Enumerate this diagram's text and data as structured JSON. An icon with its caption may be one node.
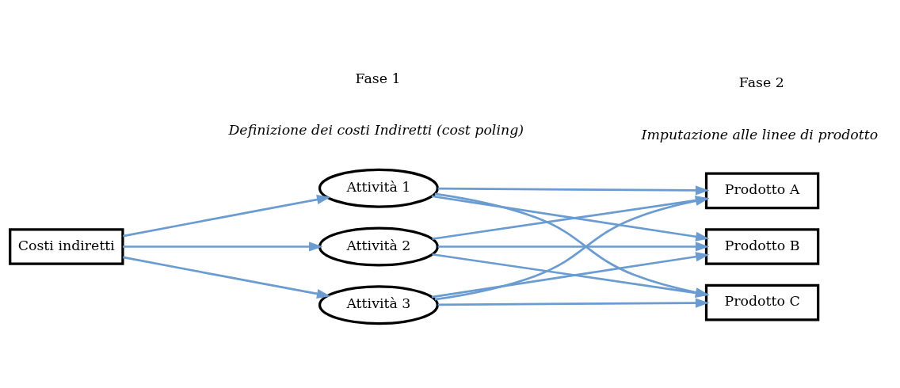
{
  "diagram": {
    "nodes": [
      {
        "text": [
          "Costi indiretti"
        ]
      },
      {
        "text": [
          "Attività 1"
        ]
      },
      {
        "text": [
          "Attività 2"
        ]
      },
      {
        "text": [
          "Attività 3"
        ]
      },
      {
        "text": [
          "Prodotto A"
        ]
      },
      {
        "text": [
          "Prodotto B"
        ]
      },
      {
        "text": [
          "Prodotto C"
        ]
      }
    ],
    "edges": [
      {
        "from": 0,
        "to": 1,
        "arrow": "to"
      },
      {
        "from": 0,
        "to": 2,
        "arrow": "to"
      },
      {
        "from": 0,
        "to": 3,
        "arrow": "to"
      },
      {
        "from": 1,
        "to": 4,
        "arrow": "to"
      },
      {
        "from": 1,
        "to": 5,
        "arrow": "to"
      },
      {
        "from": 1,
        "to": 6,
        "arrow": "to"
      },
      {
        "from": 2,
        "to": 4,
        "arrow": "to"
      },
      {
        "from": 2,
        "to": 5,
        "arrow": "to"
      },
      {
        "from": 2,
        "to": 6,
        "arrow": "to"
      },
      {
        "from": 3,
        "to": 4,
        "arrow": "to"
      },
      {
        "from": 3,
        "to": 5,
        "arrow": "to"
      },
      {
        "from": 3,
        "to": 6,
        "arrow": "to"
      }
    ],
    "labels": [
      "Fase 1",
      "Definizione dei costi Indiretti (cost poling)",
      "Fase 2",
      "Imputazione alle linee di prodotto"
    ]
  }
}
